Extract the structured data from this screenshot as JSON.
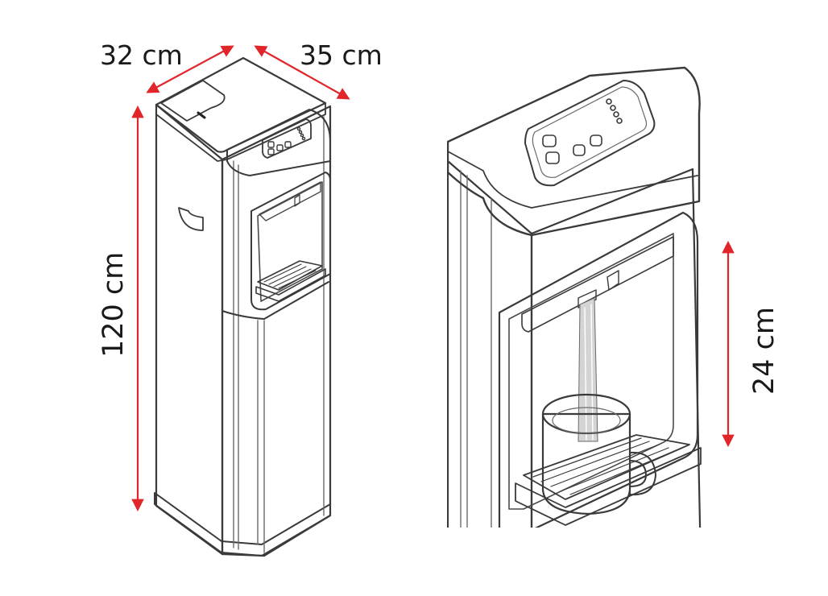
{
  "dimensions": {
    "width_label": "32 cm",
    "depth_label": "35 cm",
    "height_label": "120 cm",
    "dispense_height_label": "24 cm"
  },
  "colors": {
    "dimension_line": "#e0262a",
    "outline": "#3a3a3a",
    "body_fill": "#ededed",
    "body_side": "#d9d9d9",
    "panel_fill": "#f6f6f6",
    "water": "#c9c9c9"
  }
}
